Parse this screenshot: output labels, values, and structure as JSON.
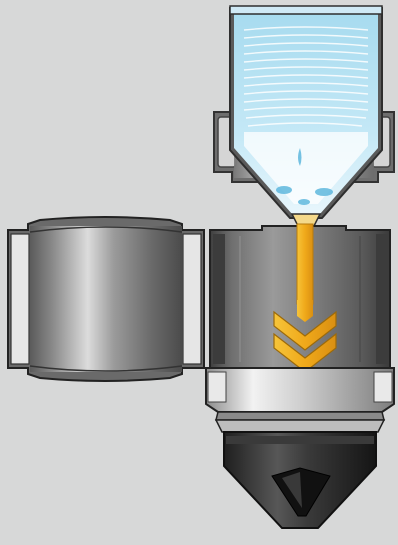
{
  "diagram": {
    "subject": "hopper-feed-into-machined-nozzle-assembly",
    "parts": [
      "filament-hopper",
      "hopper-mount-collar",
      "left-clamp-block",
      "center-body-block",
      "flow-arrow",
      "heater-band",
      "nozzle-tip"
    ],
    "colors": {
      "background": "#d7d8d8",
      "hopper_liquid": "#9fd7ee",
      "hopper_frame": "#5f5f5f",
      "steel_light": "#c9c9c9",
      "steel_dark": "#4a4a4a",
      "flow_arrow": "#f2b31f",
      "nozzle": "#2b2b2b"
    }
  }
}
